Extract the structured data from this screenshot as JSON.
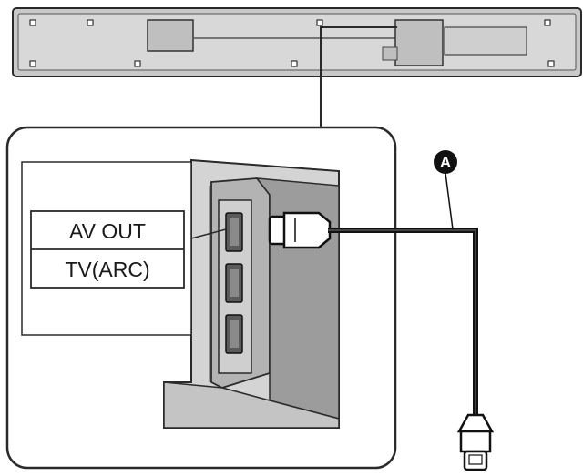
{
  "labels": {
    "av_out": "AV OUT",
    "tv_arc": "TV(ARC)"
  },
  "callout": {
    "badge": "A"
  },
  "colors": {
    "outline": "#2a2a2a",
    "soundbar_fill": "#c9c9c9",
    "panel_fill": "#e6e6e6",
    "badge": "#111111"
  }
}
